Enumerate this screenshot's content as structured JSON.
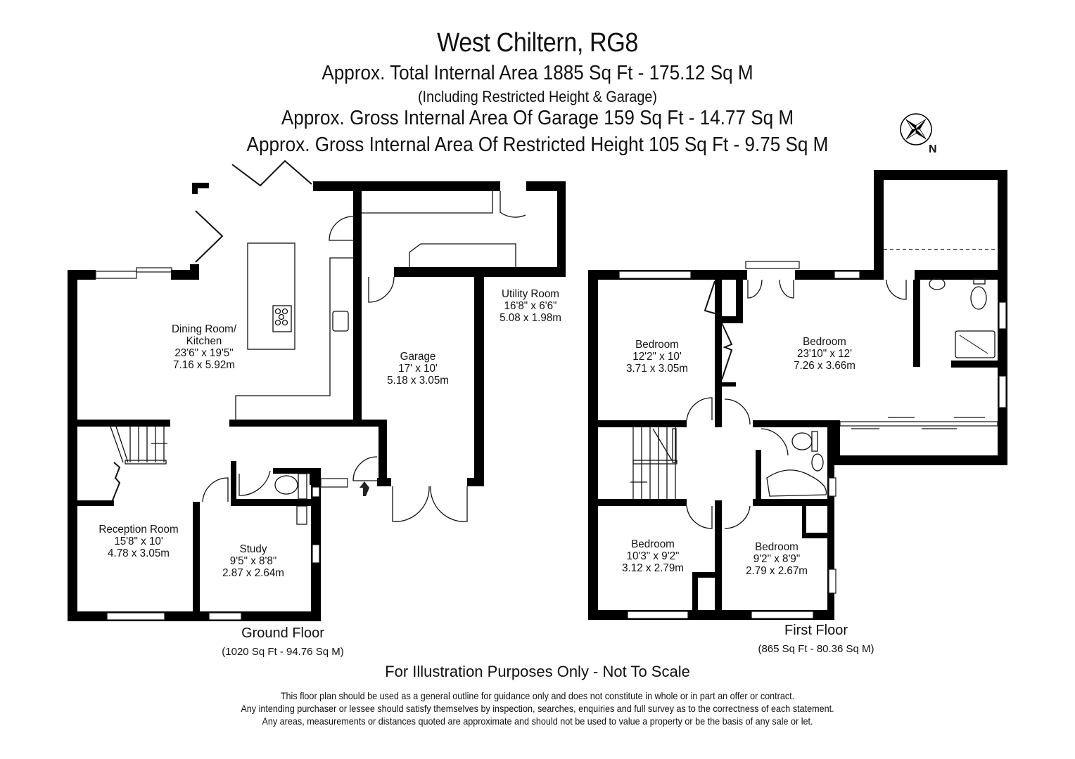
{
  "header": {
    "title": "West Chiltern, RG8",
    "total_area": "Approx. Total Internal Area   1885 Sq Ft  -  175.12 Sq M",
    "total_area_note": "(Including Restricted Height & Garage)",
    "garage_area": "Approx. Gross Internal Area Of Garage   159 Sq Ft  -  14.77 Sq M",
    "restricted_area": "Approx. Gross Internal Area Of Restricted Height   105 Sq Ft  -  9.75 Sq M"
  },
  "compass": {
    "label": "N",
    "icon": "compass-rose-icon"
  },
  "ground_floor": {
    "name": "Ground Floor",
    "area": "(1020 Sq Ft  -  94.76 Sq M)",
    "rooms": [
      {
        "name": "Dining Room/",
        "name2": "Kitchen",
        "imperial": "23'6\" x 19'5\"",
        "metric": "7.16 x 5.92m"
      },
      {
        "name": "Utility Room",
        "imperial": "16'8\" x 6'6\"",
        "metric": "5.08 x 1.98m"
      },
      {
        "name": "Garage",
        "imperial": "17' x 10'",
        "metric": "5.18 x 3.05m"
      },
      {
        "name": "Reception Room",
        "imperial": "15'8\" x 10'",
        "metric": "4.78 x 3.05m"
      },
      {
        "name": "Study",
        "imperial": "9'5\" x 8'8\"",
        "metric": "2.87 x 2.64m"
      }
    ]
  },
  "first_floor": {
    "name": "First Floor",
    "area": "(865 Sq Ft  -  80.36 Sq M)",
    "rooms": [
      {
        "name": "Bedroom",
        "imperial": "12'2\" x 10'",
        "metric": "3.71 x 3.05m"
      },
      {
        "name": "Bedroom",
        "imperial": "23'10\" x 12'",
        "metric": "7.26 x 3.66m"
      },
      {
        "name": "Bedroom",
        "imperial": "10'3\" x 9'2\"",
        "metric": "3.12 x 2.79m"
      },
      {
        "name": "Bedroom",
        "imperial": "9'2\" x 8'9\"",
        "metric": "2.79 x 2.67m"
      }
    ]
  },
  "footer": {
    "not_to_scale": "For Illustration Purposes Only - Not To Scale",
    "disclaimer": [
      "This floor plan should be used as a general outline for guidance only and does not constitute in whole or in part an offer or contract.",
      "Any intending purchaser or lessee should satisfy themselves by inspection, searches, enquiries and full survey as to the correctness of each statement.",
      "Any areas, measurements or distances quoted are approximate and should not be used to value a property or be the basis of any sale or let."
    ]
  }
}
